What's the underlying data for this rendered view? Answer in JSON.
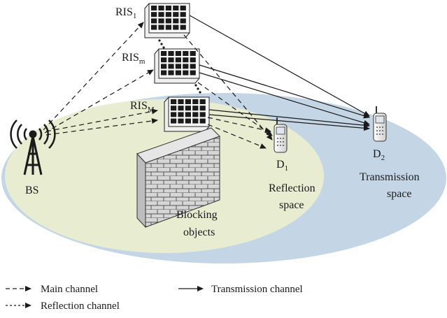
{
  "nodes": {
    "ris_1": {
      "base": "RIS",
      "sub": "1"
    },
    "ris_m": {
      "base": "RIS",
      "sub": "m"
    },
    "ris_M": {
      "base": "RIS",
      "sub": "M"
    },
    "bs": {
      "label": "BS"
    },
    "d1": {
      "base": "D",
      "sub": "1"
    },
    "d2": {
      "base": "D",
      "sub": "2"
    }
  },
  "regions": {
    "reflection": {
      "line1": "Reflection",
      "line2": "space",
      "color": "#e8ecd0"
    },
    "transmission": {
      "line1": "Transmission",
      "line2": "space",
      "color": "#c4d6e6"
    }
  },
  "obstacle": {
    "line1": "Blocking",
    "line2": "objects"
  },
  "legend": {
    "main": "Main channel",
    "transmission": "Transmission channel",
    "reflection": "Reflection channel"
  }
}
